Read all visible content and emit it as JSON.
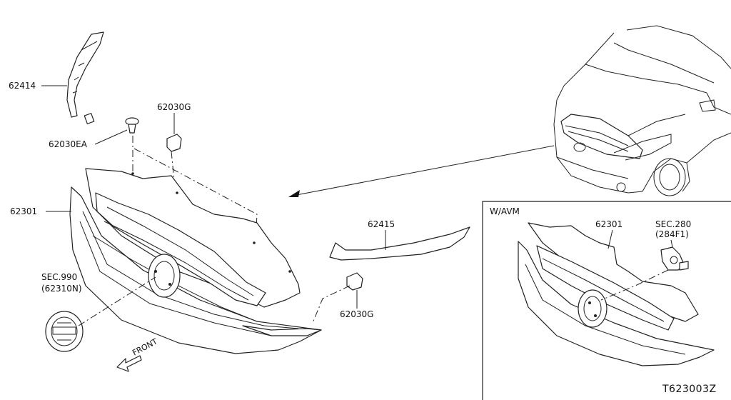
{
  "labels": {
    "p62414": "62414",
    "p62030g_top": "62030G",
    "p62030ea": "62030EA",
    "p62301": "62301",
    "p62415": "62415",
    "p62030g_bottom": "62030G",
    "sec990_line1": "SEC.990",
    "sec990_line2": "(62310N)",
    "front": "FRONT"
  },
  "inset": {
    "title": "W/AVM",
    "p62301": "62301",
    "sec280_line1": "SEC.280",
    "sec280_line2": "(284F1)"
  },
  "diagram_code": "T623003Z"
}
